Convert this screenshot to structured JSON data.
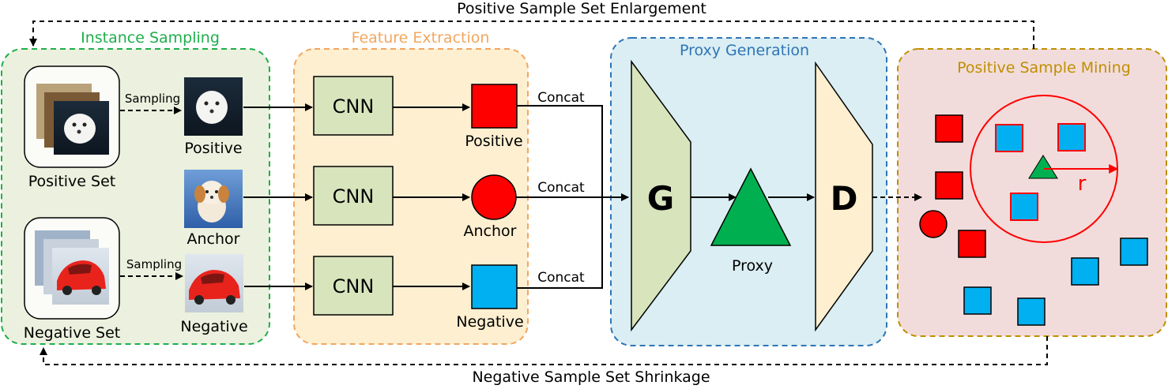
{
  "flow": {
    "top_label": "Positive Sample Set Enlargement",
    "bottom_label": "Negative Sample Set Shrinkage"
  },
  "instance_sampling": {
    "title": "Instance Sampling",
    "positive_set": "Positive Set",
    "negative_set": "Negative Set",
    "sampling_top": "Sampling",
    "sampling_bottom": "Sampling",
    "positive": "Positive",
    "anchor": "Anchor",
    "negative": "Negative"
  },
  "feature_extraction": {
    "title": "Feature Extraction",
    "cnn_1": "CNN",
    "cnn_2": "CNN",
    "cnn_3": "CNN",
    "positive": "Positive",
    "anchor": "Anchor",
    "negative": "Negative"
  },
  "concat": {
    "c1": "Concat",
    "c2": "Concat",
    "c3": "Concat"
  },
  "proxy_generation": {
    "title": "Proxy Generation",
    "g": "G",
    "d": "D",
    "proxy": "Proxy"
  },
  "positive_sample_mining": {
    "title": "Positive Sample Mining",
    "radius": "r"
  },
  "colors": {
    "green_panel": "#ebf1de",
    "green_border": "#1fae4b",
    "orange_panel": "#fdefd0",
    "orange_border": "#f2a65e",
    "blue_panel": "#daeef3",
    "blue_border": "#2e75b6",
    "pink_panel": "#f2dcdb",
    "pink_border": "#bf8f00",
    "positive": "#ff0000",
    "negative": "#00b0f0",
    "proxy": "#00b050"
  }
}
